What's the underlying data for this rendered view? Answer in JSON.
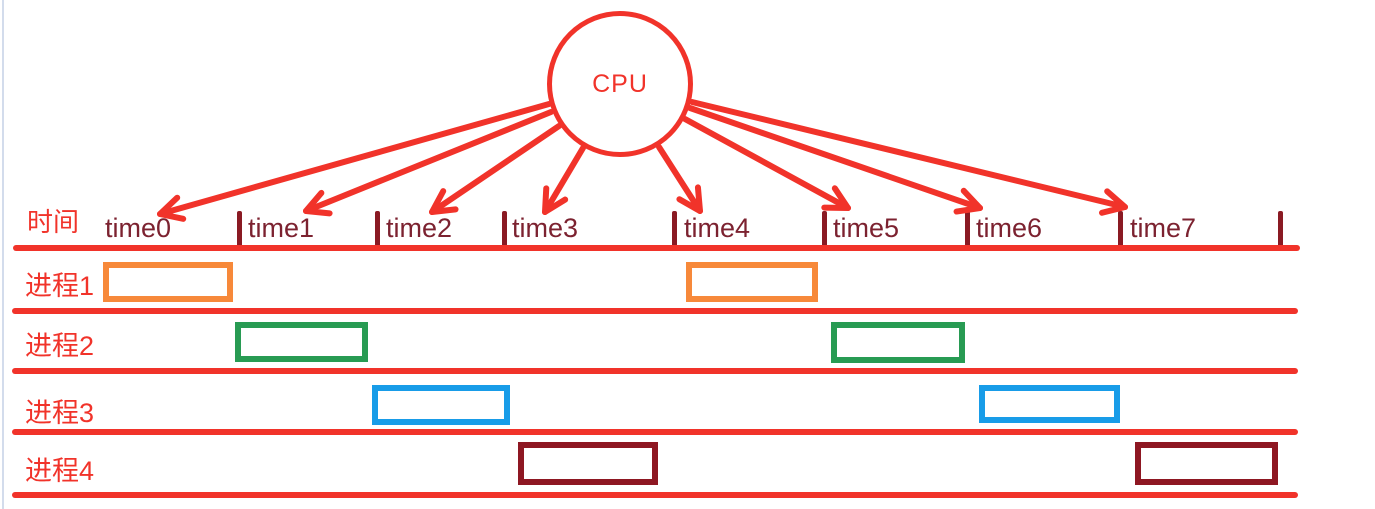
{
  "diagram": {
    "cpu": {
      "label": "CPU"
    },
    "timeline": {
      "axis_label": "时间",
      "slots": [
        "time0",
        "time1",
        "time2",
        "time3",
        "time4",
        "time5",
        "time6",
        "time7"
      ]
    },
    "processes": [
      {
        "label": "进程1",
        "color": "#f7893a",
        "runs": [
          "time0",
          "time4"
        ]
      },
      {
        "label": "进程2",
        "color": "#289b53",
        "runs": [
          "time1",
          "time5"
        ]
      },
      {
        "label": "进程3",
        "color": "#189ce8",
        "runs": [
          "time2",
          "time6"
        ]
      },
      {
        "label": "进程4",
        "color": "#8e1722",
        "runs": [
          "time3",
          "time7"
        ]
      }
    ],
    "colors": {
      "primary_red": "#f1332a",
      "tick_dark_red": "#8a1a23",
      "time_label_dark_red": "#7c2230"
    }
  }
}
